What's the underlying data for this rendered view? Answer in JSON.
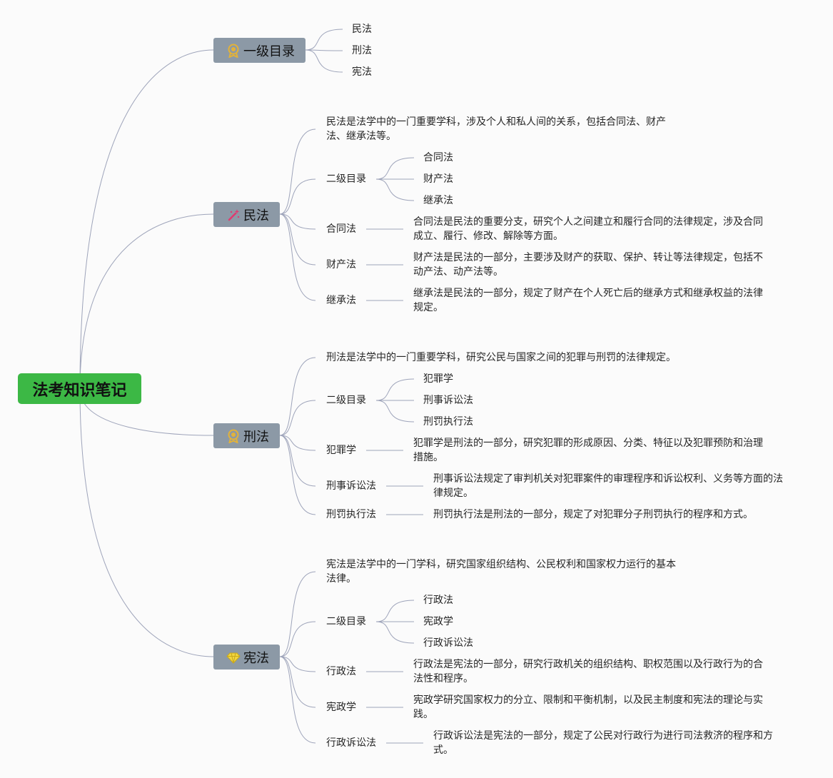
{
  "root": {
    "label": "法考知识笔记"
  },
  "sections": {
    "catalog": {
      "label": "一级目录",
      "icon": "award-medal-icon",
      "items": [
        "民法",
        "刑法",
        "宪法"
      ]
    },
    "civil": {
      "label": "民法",
      "icon": "magic-wand-icon",
      "intro": "民法是法学中的一门重要学科，涉及个人和私人间的关系，包括合同法、财产法、继承法等。",
      "sub_label": "二级目录",
      "sub_items": [
        "合同法",
        "财产法",
        "继承法"
      ],
      "topics": [
        {
          "label": "合同法",
          "desc": "合同法是民法的重要分支，研究个人之间建立和履行合同的法律规定，涉及合同成立、履行、修改、解除等方面。"
        },
        {
          "label": "财产法",
          "desc": "财产法是民法的一部分，主要涉及财产的获取、保护、转让等法律规定，包括不动产法、动产法等。"
        },
        {
          "label": "继承法",
          "desc": "继承法是民法的一部分，规定了财产在个人死亡后的继承方式和继承权益的法律规定。"
        }
      ]
    },
    "criminal": {
      "label": "刑法",
      "icon": "award-medal-icon",
      "intro": "刑法是法学中的一门重要学科，研究公民与国家之间的犯罪与刑罚的法律规定。",
      "sub_label": "二级目录",
      "sub_items": [
        "犯罪学",
        "刑事诉讼法",
        "刑罚执行法"
      ],
      "topics": [
        {
          "label": "犯罪学",
          "desc": "犯罪学是刑法的一部分，研究犯罪的形成原因、分类、特征以及犯罪预防和治理措施。"
        },
        {
          "label": "刑事诉讼法",
          "desc": "刑事诉讼法规定了审判机关对犯罪案件的审理程序和诉讼权利、义务等方面的法律规定。"
        },
        {
          "label": "刑罚执行法",
          "desc": "刑罚执行法是刑法的一部分，规定了对犯罪分子刑罚执行的程序和方式。"
        }
      ]
    },
    "constitution": {
      "label": "宪法",
      "icon": "diamond-icon",
      "intro": "宪法是法学中的一门学科，研究国家组织结构、公民权利和国家权力运行的基本法律。",
      "sub_label": "二级目录",
      "sub_items": [
        "行政法",
        "宪政学",
        "行政诉讼法"
      ],
      "topics": [
        {
          "label": "行政法",
          "desc": "行政法是宪法的一部分，研究行政机关的组织结构、职权范围以及行政行为的合法性和程序。"
        },
        {
          "label": "宪政学",
          "desc": "宪政学研究国家权力的分立、限制和平衡机制，以及民主制度和宪法的理论与实践。"
        },
        {
          "label": "行政诉讼法",
          "desc": "行政诉讼法是宪法的一部分，规定了公民对行政行为进行司法救济的程序和方式。"
        }
      ]
    }
  },
  "colors": {
    "root_fill": "#3cb845",
    "branch_fill": "#8c99a6",
    "line": "#9ea4ba",
    "background": "#fbfbfb"
  }
}
